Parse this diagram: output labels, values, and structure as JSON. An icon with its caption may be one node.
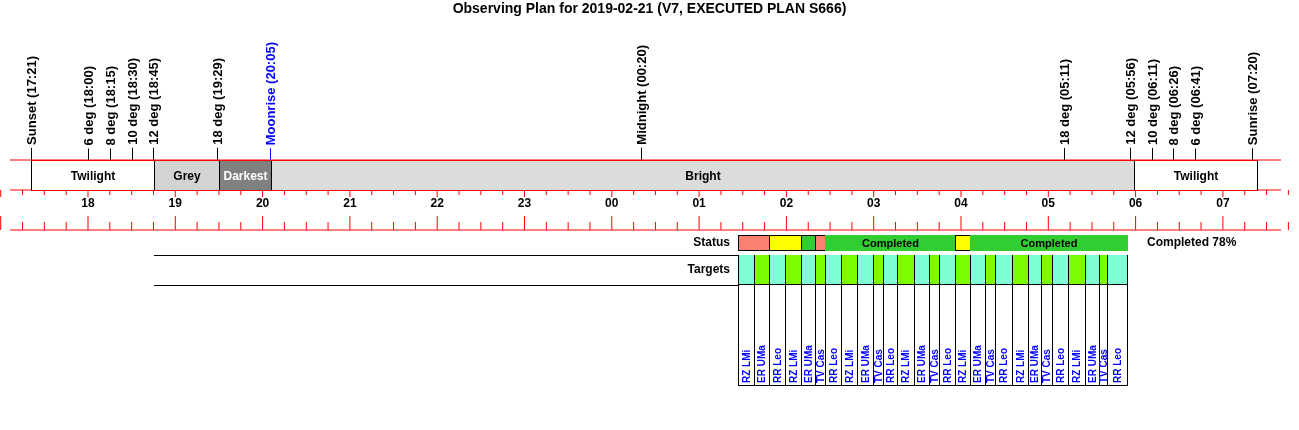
{
  "diagram": {
    "title": "Observing Plan for 2019-02-21 (V7, EXECUTED PLAN S666)",
    "nodes": [
      {
        "text": [
          "Twilight"
        ]
      },
      {
        "text": [
          "Grey"
        ]
      },
      {
        "text": [
          "Darkest"
        ]
      },
      {
        "text": [
          "Bright"
        ]
      },
      {
        "text": [
          "Twilight"
        ]
      },
      {
        "text": [],
        "shape": "box"
      },
      {
        "text": [],
        "shape": "box"
      },
      {
        "text": [],
        "shape": "box"
      },
      {
        "text": [],
        "shape": "box"
      },
      {
        "text": [
          "Completed"
        ]
      },
      {
        "text": [],
        "shape": "box"
      },
      {
        "text": [
          "Completed"
        ]
      },
      {
        "text": [
          "RZ LMi"
        ]
      },
      {
        "text": [
          "ER UMa"
        ]
      },
      {
        "text": [
          "RR Leo"
        ]
      },
      {
        "text": [
          "RZ LMi"
        ]
      },
      {
        "text": [
          "ER UMa"
        ]
      },
      {
        "text": [
          "TV Cas"
        ]
      },
      {
        "text": [
          "RR Leo"
        ]
      },
      {
        "text": [
          "RZ LMi"
        ]
      },
      {
        "text": [
          "ER UMa"
        ]
      },
      {
        "text": [
          "TV Cas"
        ]
      },
      {
        "text": [
          "RR Leo"
        ]
      },
      {
        "text": [
          "RZ LMi"
        ]
      },
      {
        "text": [
          "ER UMa"
        ]
      },
      {
        "text": [
          "TV Cas"
        ]
      },
      {
        "text": [
          "RR Leo"
        ]
      },
      {
        "text": [
          "RZ LMi"
        ]
      },
      {
        "text": [
          "ER UMa"
        ]
      },
      {
        "text": [
          "TV Cas"
        ]
      },
      {
        "text": [
          "RR Leo"
        ]
      },
      {
        "text": [
          "RZ LMi"
        ]
      },
      {
        "text": [
          "ER UMa"
        ]
      },
      {
        "text": [
          "TV Cas"
        ]
      },
      {
        "text": [
          "RR Leo"
        ]
      },
      {
        "text": [
          "RZ LMi"
        ]
      },
      {
        "text": [
          "ER UMa"
        ]
      },
      {
        "text": [
          "TV Cas"
        ]
      },
      {
        "text": [
          "RR Leo"
        ]
      }
    ],
    "edges": [],
    "labels": [
      "Sunset (17:21)",
      "6 deg (18:00)",
      "8 deg (18:15)",
      "10 deg (18:30)",
      "12 deg (18:45)",
      "18 deg (19:29)",
      "Moonrise (20:05)",
      "Midnight (00:20)",
      "18 deg (05:11)",
      "12 deg (05:56)",
      "10 deg (06:11)",
      "8 deg (06:26)",
      "6 deg (06:41)",
      "Sunrise (07:20)",
      "18",
      "19",
      "20",
      "21",
      "22",
      "23",
      "00",
      "01",
      "02",
      "03",
      "04",
      "05",
      "06",
      "07",
      "Status",
      "Completed 78%",
      "Targets"
    ]
  }
}
